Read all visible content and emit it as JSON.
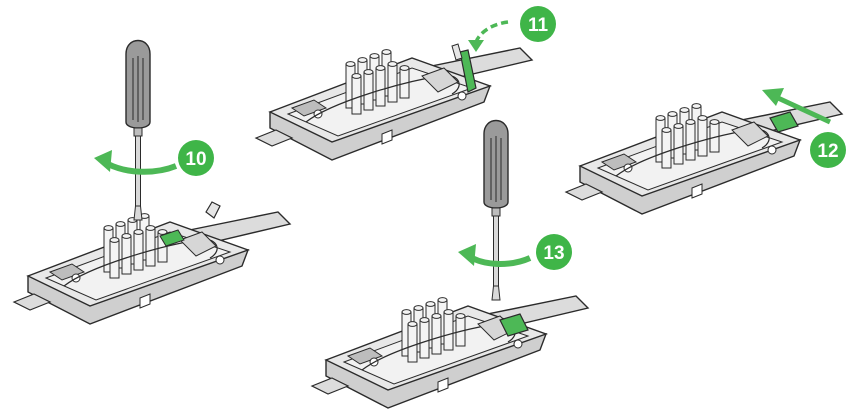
{
  "colors": {
    "accent_green": "#3fb548",
    "arrow_green": "#4db856",
    "housing_fill": "#e6e6e6",
    "housing_shade": "#cfcfcf",
    "outline": "#2b2b2b",
    "handle_fill": "#9a9a9a",
    "background": "#ffffff"
  },
  "steps": [
    {
      "number": "10",
      "action": "rotate-screwdriver",
      "icon": "curved-arrow-left-icon"
    },
    {
      "number": "11",
      "action": "release-latch",
      "icon": "curved-arrow-icon"
    },
    {
      "number": "12",
      "action": "slide-cable-clamp",
      "icon": "straight-arrow-icon"
    },
    {
      "number": "13",
      "action": "rotate-screwdriver",
      "icon": "curved-arrow-left-icon"
    }
  ]
}
